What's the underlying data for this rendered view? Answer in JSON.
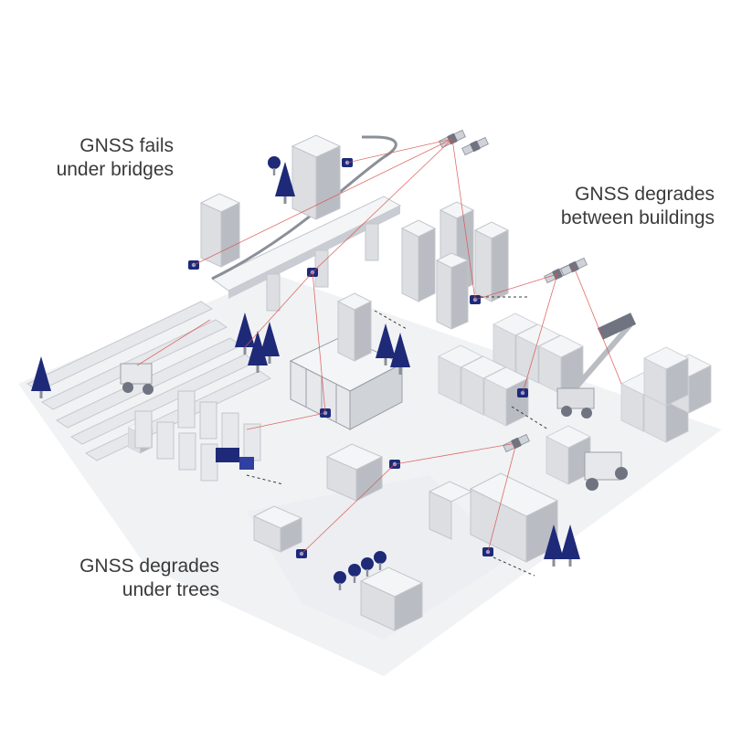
{
  "captions": {
    "bridges": {
      "line1": "GNSS fails",
      "line2": "under bridges"
    },
    "buildings": {
      "line1": "GNSS degrades",
      "line2": "between buildings"
    },
    "trees": {
      "line1": "GNSS degrades",
      "line2": "under trees"
    }
  },
  "colors": {
    "background": "#ffffff",
    "ground": "#f1f2f4",
    "building_light": "#f4f5f7",
    "building_mid": "#dcdee2",
    "building_dark": "#b9bcc2",
    "accent_navy": "#1e2a78",
    "signal_line": "#d9534f",
    "text": "#3a3a3a"
  },
  "icons": [
    "satellite-icon",
    "tree-icon",
    "vehicle-icon",
    "forklift-icon",
    "tractor-icon",
    "gnss-receiver-icon"
  ]
}
